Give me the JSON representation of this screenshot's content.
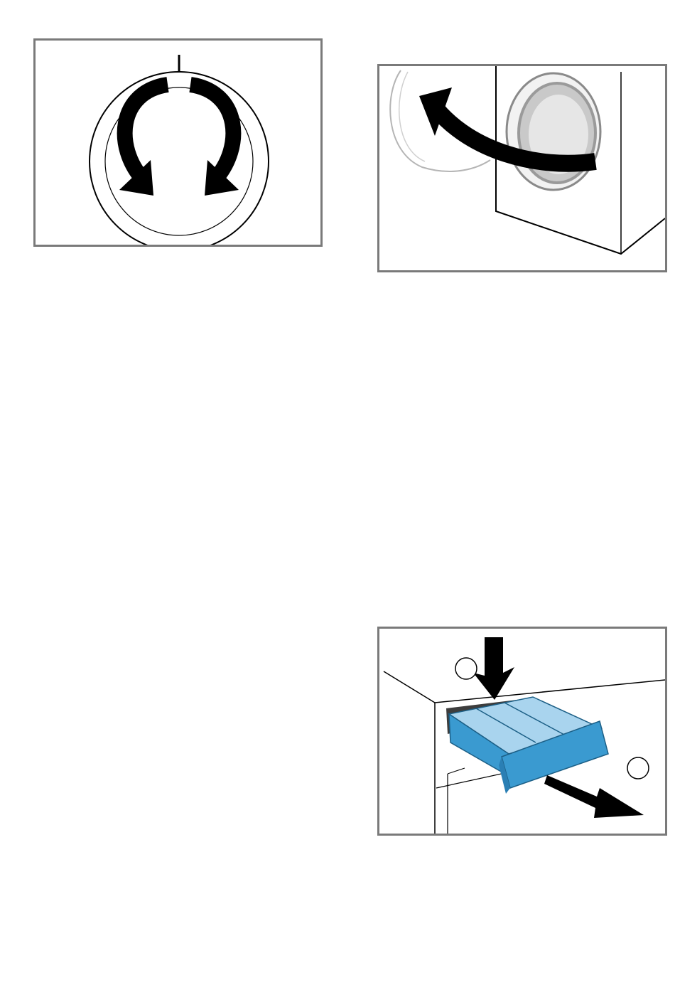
{
  "figures": [
    {
      "id": "programme-dial",
      "icon": "dial-rotate-both-directions-icon"
    },
    {
      "id": "open-door",
      "icon": "door-open-arrow-icon"
    },
    {
      "id": "detergent-drawer",
      "icon": "drawer-remove-icon",
      "callouts": [
        {
          "number": ""
        },
        {
          "number": ""
        }
      ],
      "colors": {
        "drawer": "#3a9ad0",
        "drawer_light": "#a9d4ee"
      }
    }
  ],
  "colors": {
    "frame": "#7a7a7a",
    "arrow": "#000000"
  }
}
